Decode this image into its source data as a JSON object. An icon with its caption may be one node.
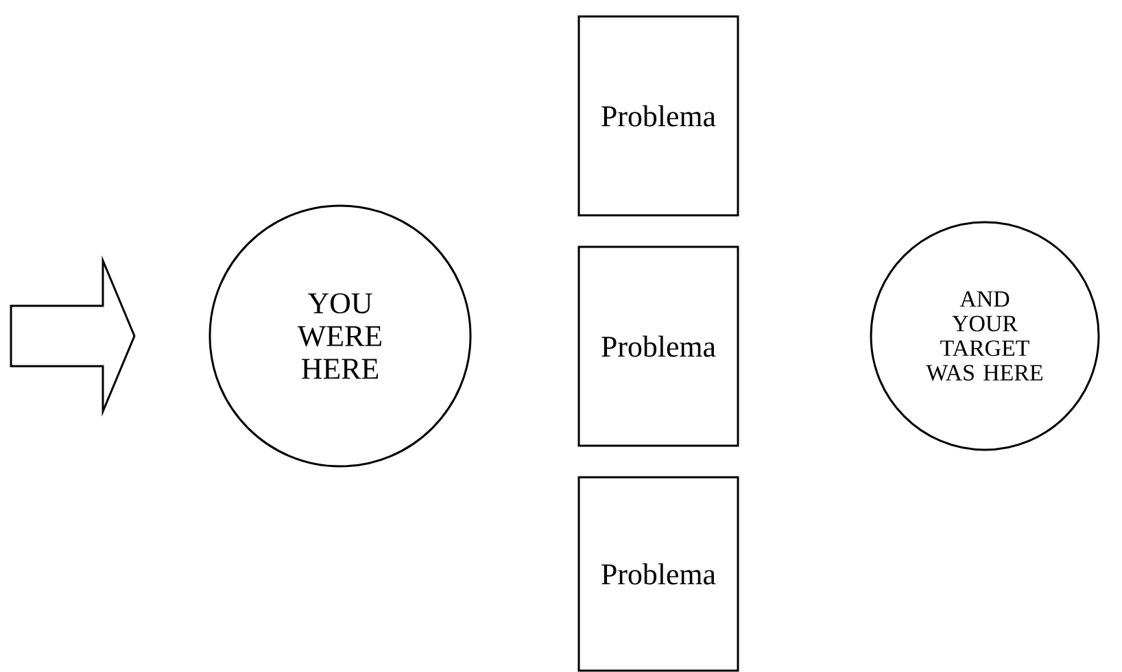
{
  "diagram": {
    "nodes": [
      {
        "text": [
          "YOU WERE HERE"
        ]
      },
      {
        "text": [
          "Problema"
        ]
      },
      {
        "text": [
          "Problema"
        ]
      },
      {
        "text": [
          "Problema"
        ]
      },
      {
        "text": [
          "AND YOUR TARGET WAS HERE"
        ]
      }
    ]
  }
}
